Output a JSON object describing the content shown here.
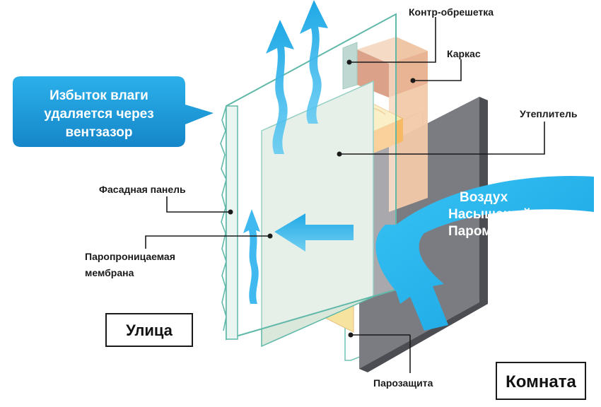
{
  "bubble": {
    "lines": [
      "Избыток влаги",
      "удаляется через",
      "вентзазор"
    ]
  },
  "labels": {
    "counter_batten": "Контр-обрешетка",
    "frame": "Каркас",
    "insulation": "Утеплитель",
    "facade_panel": "Фасадная панель",
    "membrane_line1": "Паропроницаемая",
    "membrane_line2": "мембрана",
    "vapor_barrier": "Парозащита"
  },
  "air": {
    "lines": [
      "Воздух",
      "Насыщеный",
      "Паром"
    ]
  },
  "boxes": {
    "street": "Улица",
    "room": "Комната"
  },
  "colors": {
    "accent_blue": "#1ea8e6",
    "bubble_blue": "#1c9ad8",
    "panel_gray": "#7a7b80",
    "insulation_yellow": "#f6e2a0",
    "frame_brown": "#c8704a",
    "membrane_green": "#dbe9dd",
    "outline_teal": "#5fb8a8"
  }
}
